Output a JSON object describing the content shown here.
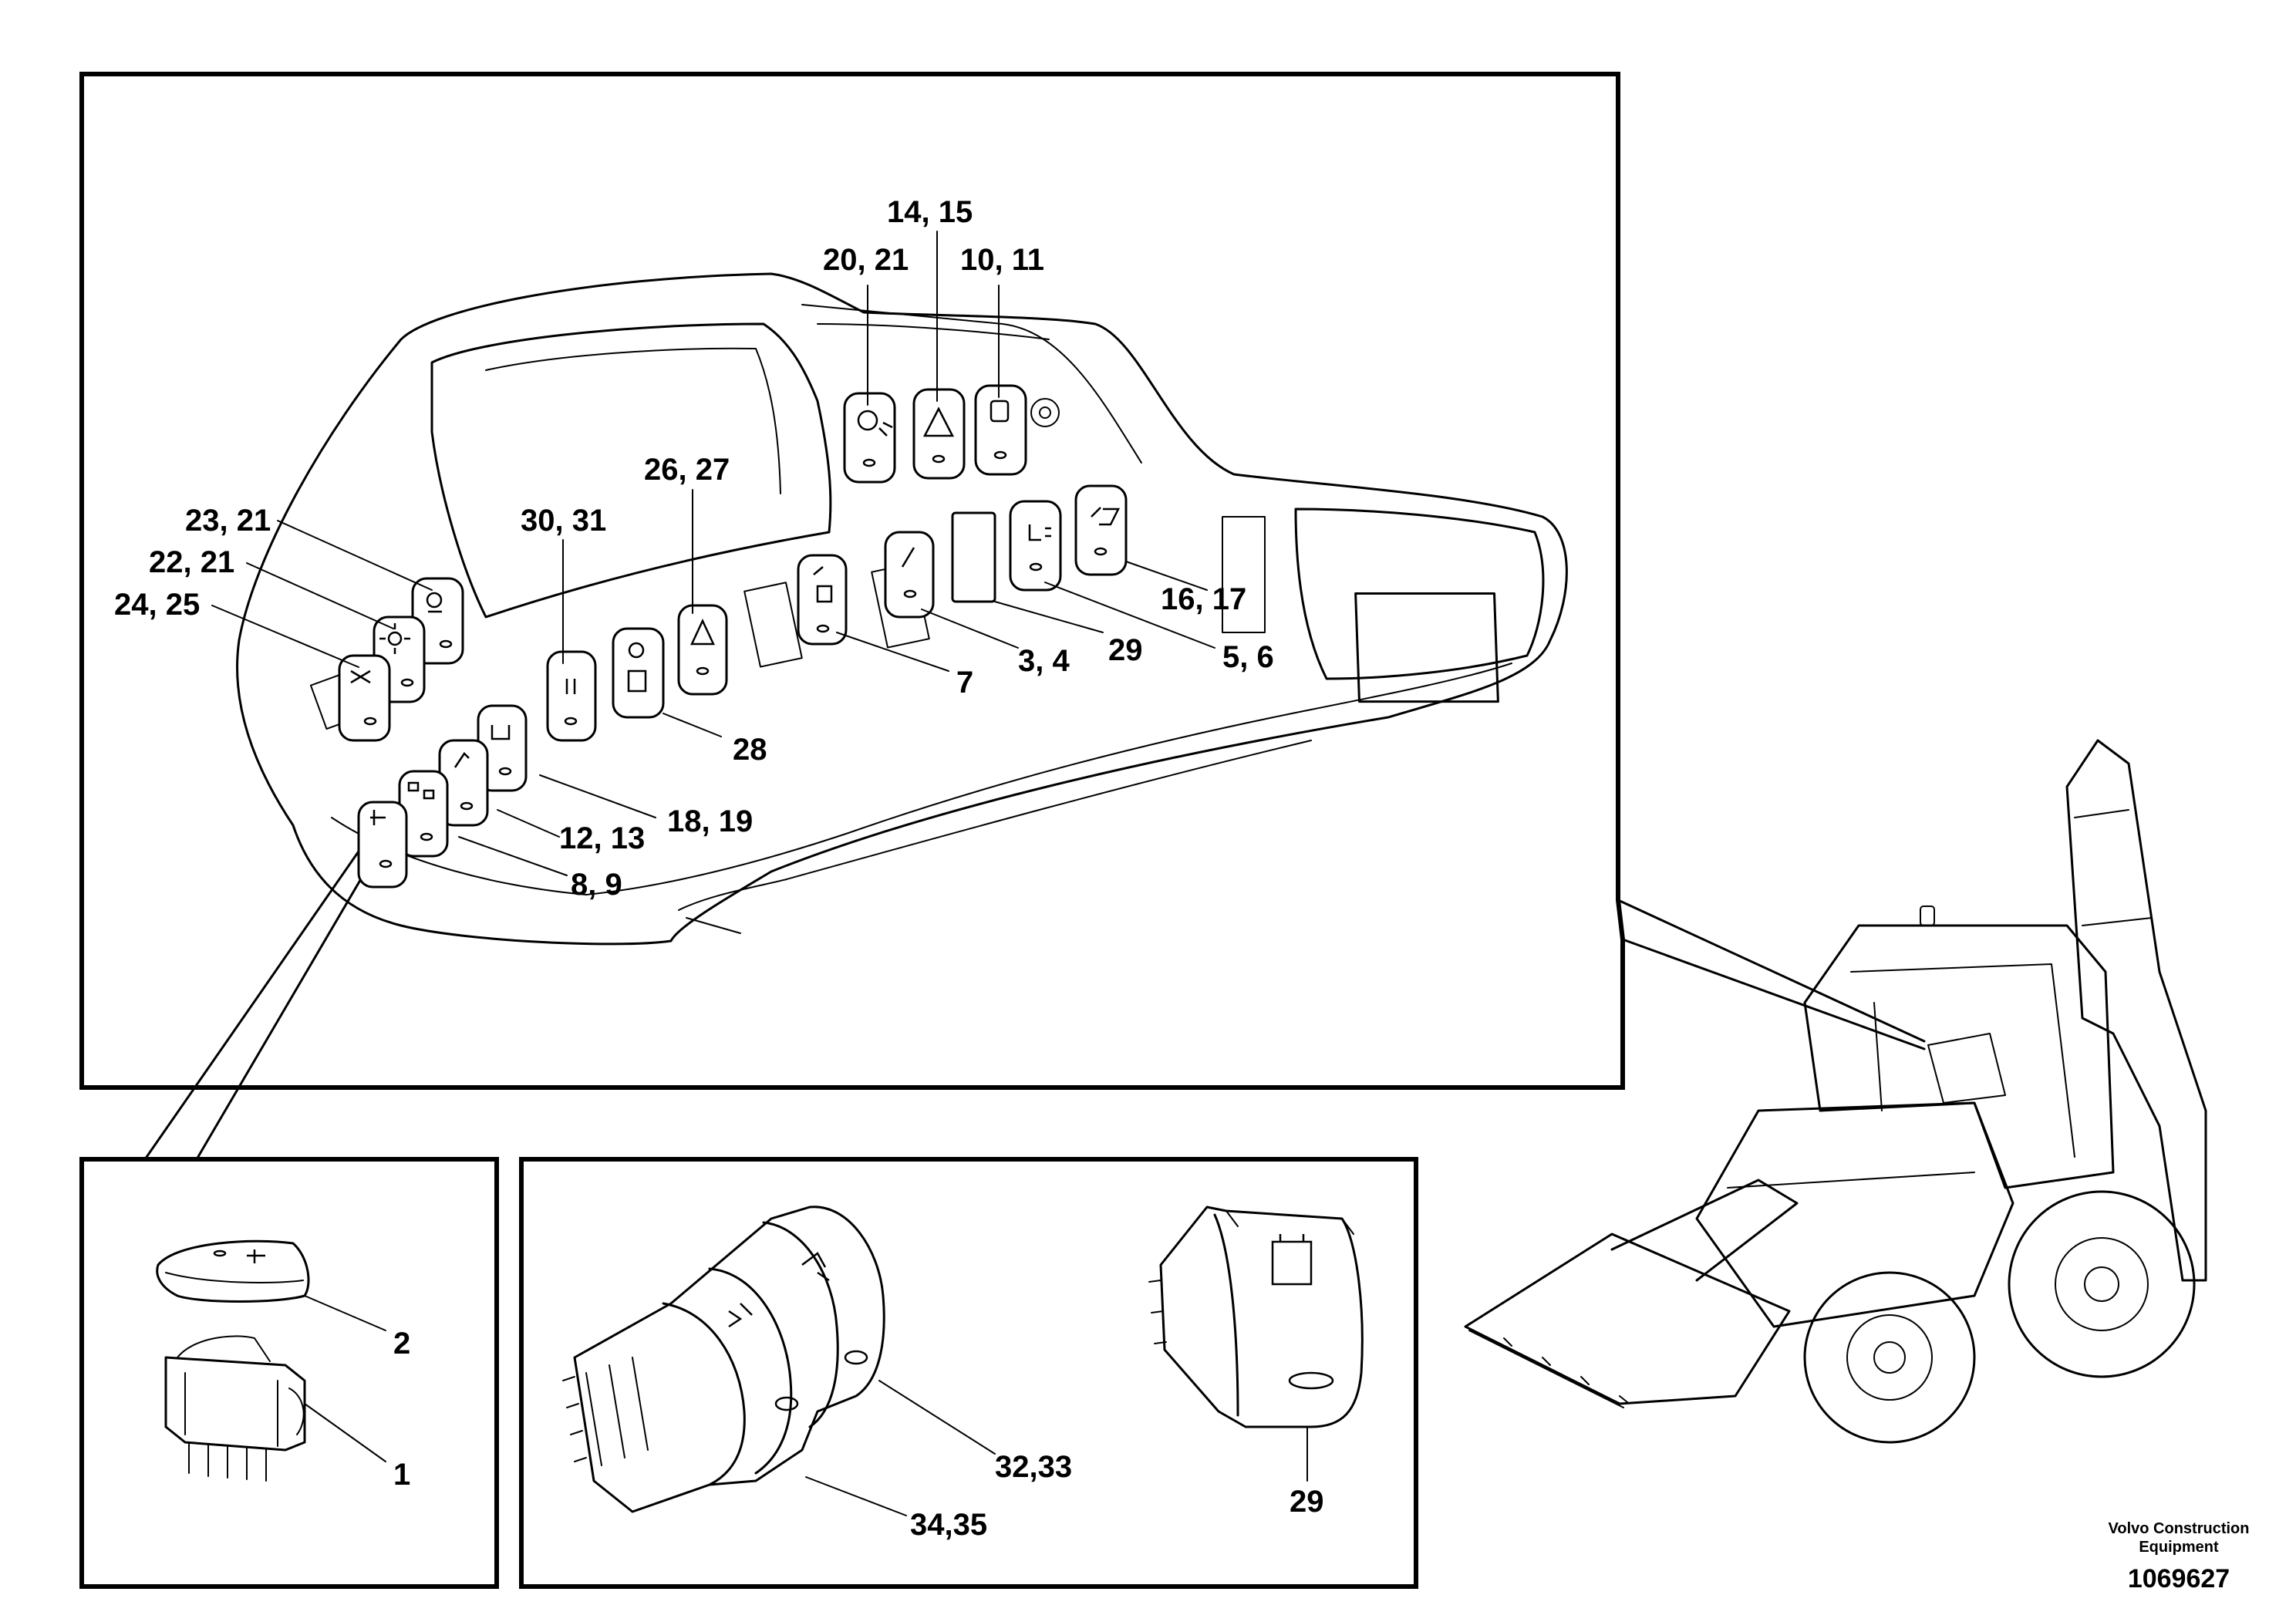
{
  "diagram": {
    "callouts": {
      "c14_15": "14, 15",
      "c20_21": "20, 21",
      "c10_11": "10, 11",
      "c26_27": "26, 27",
      "c30_31": "30, 31",
      "c23_21": "23, 21",
      "c22_21": "22, 21",
      "c24_25": "24, 25",
      "c16_17": "16, 17",
      "c3_4": "3, 4",
      "c29_top": "29",
      "c5_6": "5, 6",
      "c7": "7",
      "c28": "28",
      "c18_19": "18, 19",
      "c12_13": "12, 13",
      "c8_9": "8,  9",
      "c2": "2",
      "c1": "1",
      "c32_33": "32,33",
      "c34_35": "34,35",
      "c29_bottom": "29"
    },
    "footer": {
      "brand_line1": "Volvo Construction",
      "brand_line2": "Equipment",
      "document_number": "1069627"
    }
  }
}
